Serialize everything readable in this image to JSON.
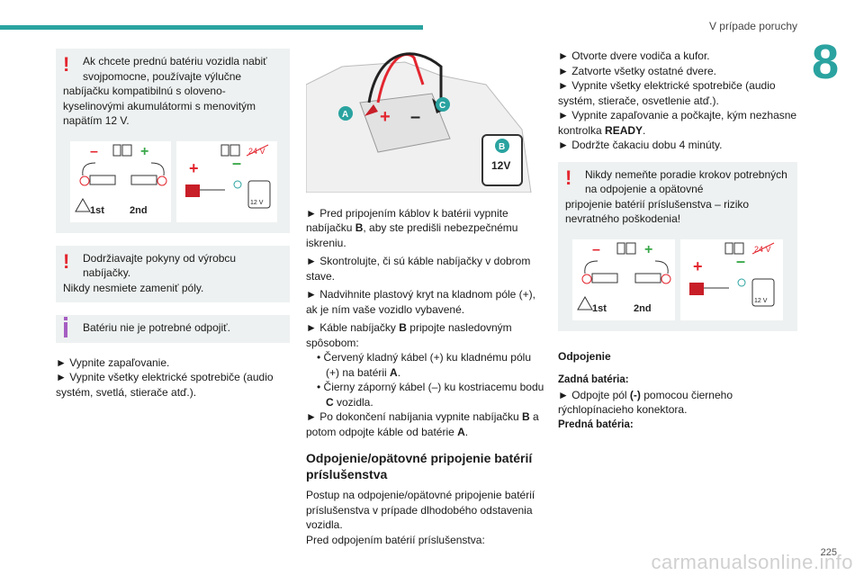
{
  "header": {
    "title": "V prípade poruchy",
    "chapter": "8",
    "page_number": "225"
  },
  "watermark": "carmanualsonline.info",
  "col1": {
    "warn1_line1": "Ak chcete prednú batériu vozidla nabiť svojpomocne, používajte výlučne",
    "warn1_rest": "nabíjačku kompatibilnú s oloveno-kyselinovými akumulátormi s menovitým napätím 12 V.",
    "warn2_line1": "Dodržiavajte pokyny od výrobcu nabíjačky.",
    "warn2_rest": "Nikdy nesmiete zameniť póly.",
    "info1": "Batériu nie je potrebné odpojiť.",
    "b1": "► Vypnite zapaľovanie.",
    "b2": "► Vypnite všetky elektrické spotrebiče (audio systém, svetlá, stierače atď.)."
  },
  "figure_labels": {
    "first": "1st",
    "second": "2nd",
    "volt12": "12 V",
    "volt24": "24 V",
    "a": "A",
    "b": "B",
    "c": "C",
    "v12": "12V"
  },
  "col2": {
    "p1_pre": "► Pred pripojením káblov k batérii vypnite nabíjačku ",
    "p1_b": "B",
    "p1_post": ", aby ste predišli nebezpečnému iskreniu.",
    "p2": "► Skontrolujte, či sú káble nabíjačky v dobrom stave.",
    "p3": "► Nadvihnite plastový kryt na kladnom póle (+), ak je ním vaše vozidlo vybavené.",
    "p4_pre": "► Káble nabíjačky ",
    "p4_b": "B",
    "p4_post": " pripojte nasledovným spôsobom:",
    "s1_pre": "• Červený kladný kábel (+) ku kladnému pólu (+) na batérii ",
    "s1_b": "A",
    "s1_post": ".",
    "s2_pre": "• Čierny záporný kábel (–) ku kostriacemu bodu ",
    "s2_b": "C",
    "s2_post": " vozidla.",
    "p5_pre": "► Po dokončení nabíjania vypnite nabíjačku ",
    "p5_b": "B",
    "p5_mid": " a potom odpojte káble od batérie ",
    "p5_b2": "A",
    "p5_post": ".",
    "heading": "Odpojenie/opätovné pripojenie batérií príslušenstva",
    "p6": "Postup na odpojenie/opätovné pripojenie batérií príslušenstva v prípade dlhodobého odstavenia vozidla.",
    "p7": "Pred odpojením batérií príslušenstva:"
  },
  "col3": {
    "b1": "► Otvorte dvere vodiča a kufor.",
    "b2": "► Zatvorte všetky ostatné dvere.",
    "b3": "► Vypnite všetky elektrické spotrebiče (audio systém, stierače, osvetlenie atď.).",
    "b4_pre": "► Vypnite zapaľovanie a počkajte, kým nezhasne kontrolka ",
    "b4_b": "READY",
    "b4_post": ".",
    "b5": "► Dodržte čakaciu dobu 4 minúty.",
    "warn_line1": "Nikdy nemeňte poradie krokov potrebných na odpojenie a opätovné",
    "warn_rest": "pripojenie batérií príslušenstva – riziko nevratného poškodenia!",
    "heading": "Odpojenie",
    "sub1": "Zadná batéria:",
    "p1_pre": "► Odpojte pól ",
    "p1_b": "(-)",
    "p1_post": " pomocou čierneho rýchlopínacieho konektora.",
    "sub2": "Predná batéria:"
  },
  "colors": {
    "accent": "#2aa3a0",
    "warning": "#e3262f",
    "info": "#a55ec2",
    "panel": "#eef1f1"
  }
}
